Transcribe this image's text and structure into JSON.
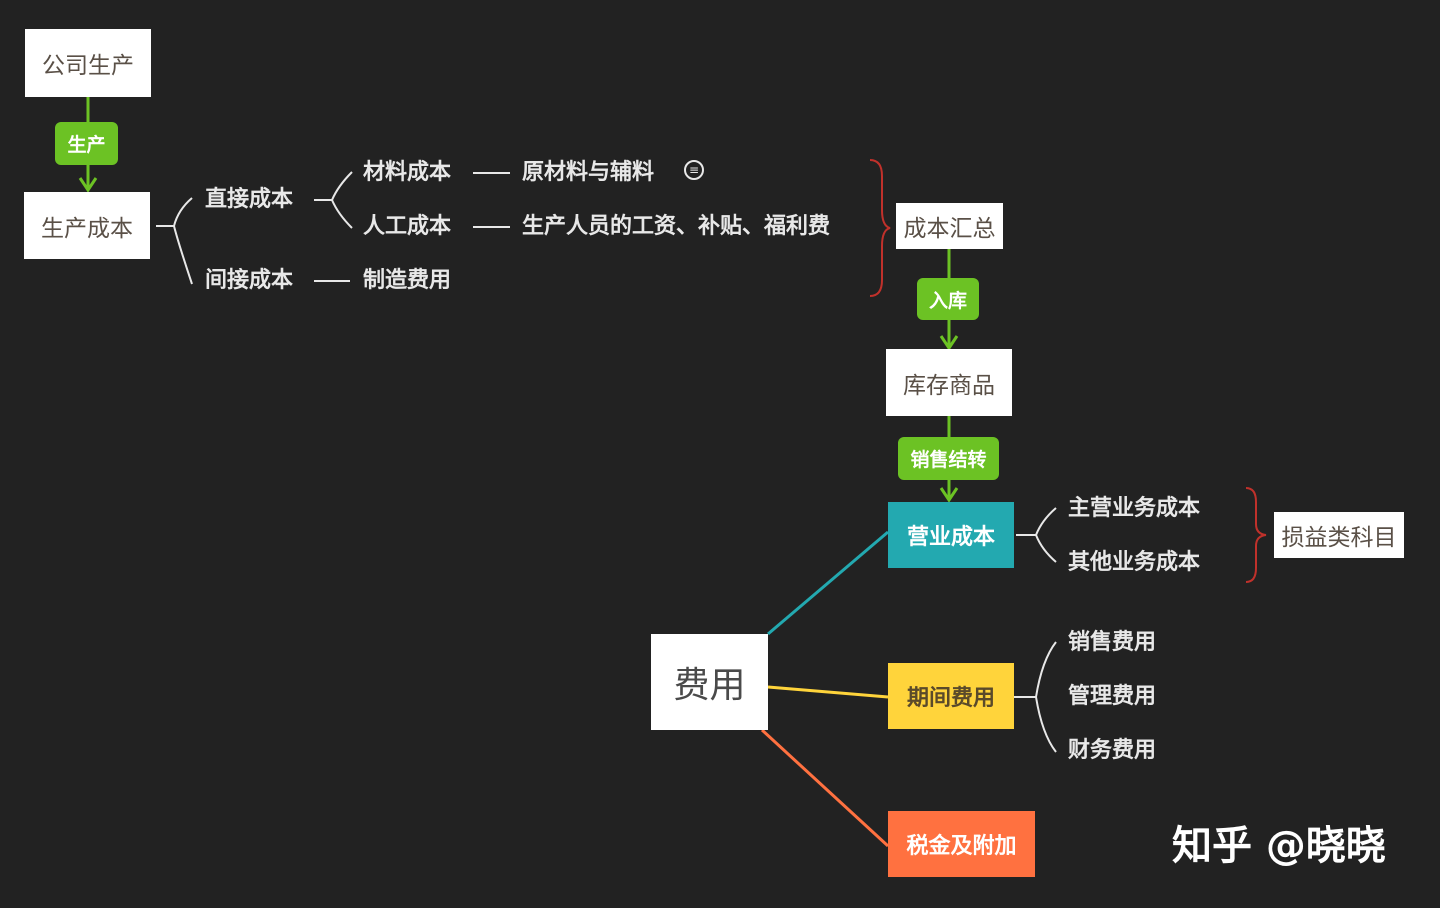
{
  "colors": {
    "background": "#222222",
    "white_box": "#ffffff",
    "pill_green": "#6cc224",
    "teal": "#23a9b0",
    "yellow": "#ffd43b",
    "orange": "#ff7140",
    "brace_red": "#c0312b",
    "line_white": "#e8e8e8"
  },
  "top_flow": {
    "root": "公司生产",
    "arrow1_label": "生产",
    "production_cost": "生产成本",
    "direct_cost": "直接成本",
    "indirect_cost": "间接成本",
    "material_cost": "材料成本",
    "labor_cost": "人工成本",
    "material_detail": "原材料与辅料",
    "labor_detail": "生产人员的工资、补贴、福利费",
    "manufacturing_expense": "制造费用",
    "note_icon": "note-icon"
  },
  "right_flow": {
    "cost_summary": "成本汇总",
    "arrow2_label": "入库",
    "inventory": "库存商品",
    "arrow3_label": "销售结转",
    "operating_cost": "营业成本",
    "main_business_cost": "主营业务成本",
    "other_business_cost": "其他业务成本",
    "pl_accounts": "损益类科目"
  },
  "expense_tree": {
    "root": "费用",
    "period_expense": "期间费用",
    "selling_expense": "销售费用",
    "admin_expense": "管理费用",
    "finance_expense": "财务费用",
    "taxes": "税金及附加"
  },
  "watermark": "知乎 @晓晓"
}
